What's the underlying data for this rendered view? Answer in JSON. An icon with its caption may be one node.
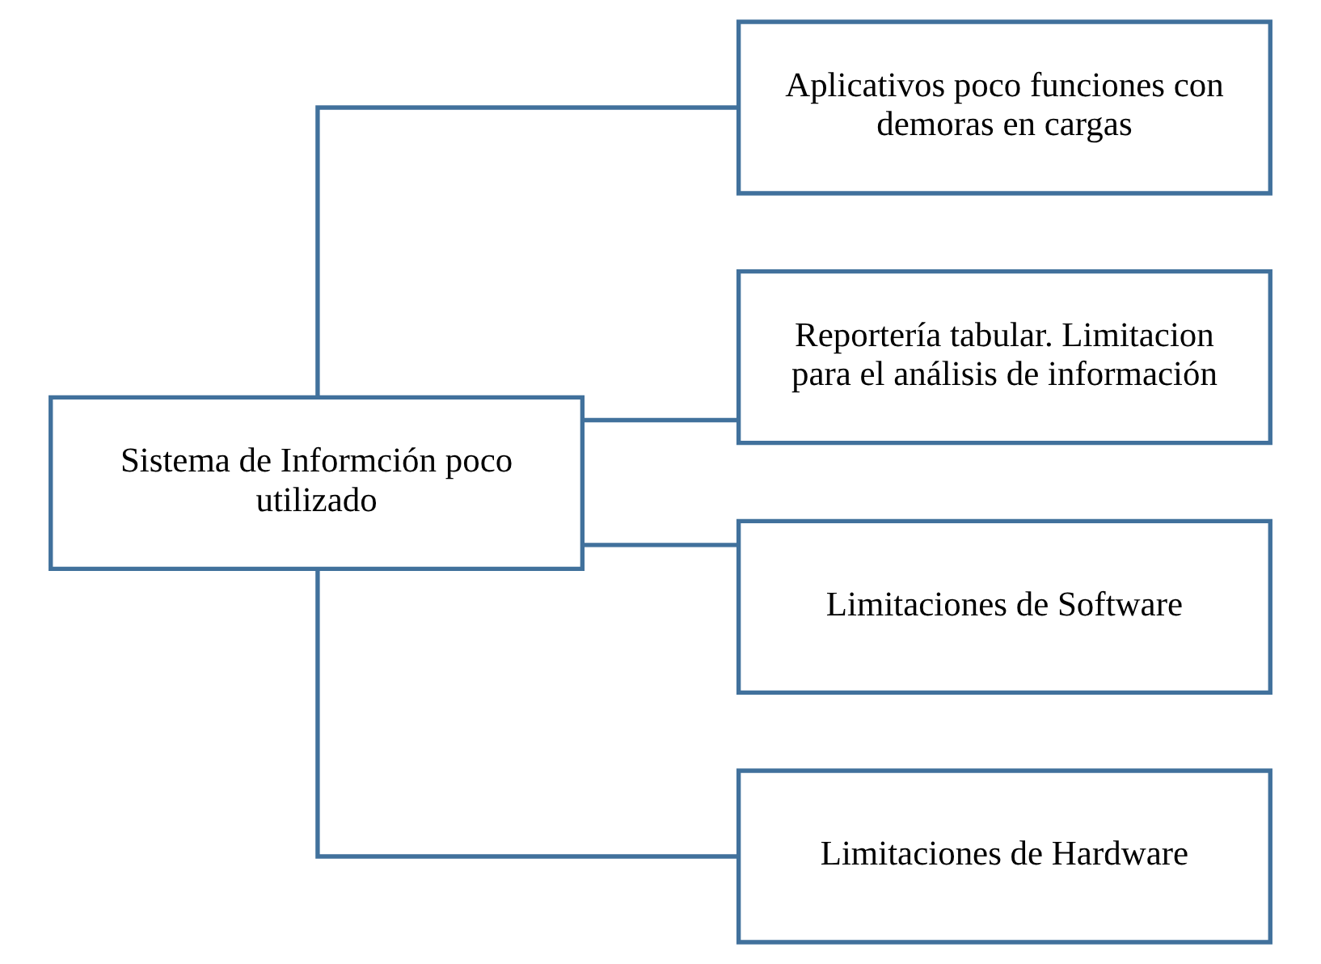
{
  "diagram": {
    "nodes": [
      {
        "text": [
          "Sistema de Informción poco utilizado"
        ]
      },
      {
        "text": [
          "Aplicativos poco funciones con demoras en cargas"
        ]
      },
      {
        "text": [
          "Reportería tabular. Limitacion para el análisis de información"
        ]
      },
      {
        "text": [
          "Limitaciones de Software"
        ]
      },
      {
        "text": [
          "Limitaciones de Hardware"
        ]
      }
    ],
    "edges": [
      {
        "from": 0,
        "to": 1,
        "arrow": "none"
      },
      {
        "from": 0,
        "to": 2,
        "arrow": "none"
      },
      {
        "from": 0,
        "to": 3,
        "arrow": "none"
      },
      {
        "from": 0,
        "to": 4,
        "arrow": "none"
      }
    ]
  }
}
